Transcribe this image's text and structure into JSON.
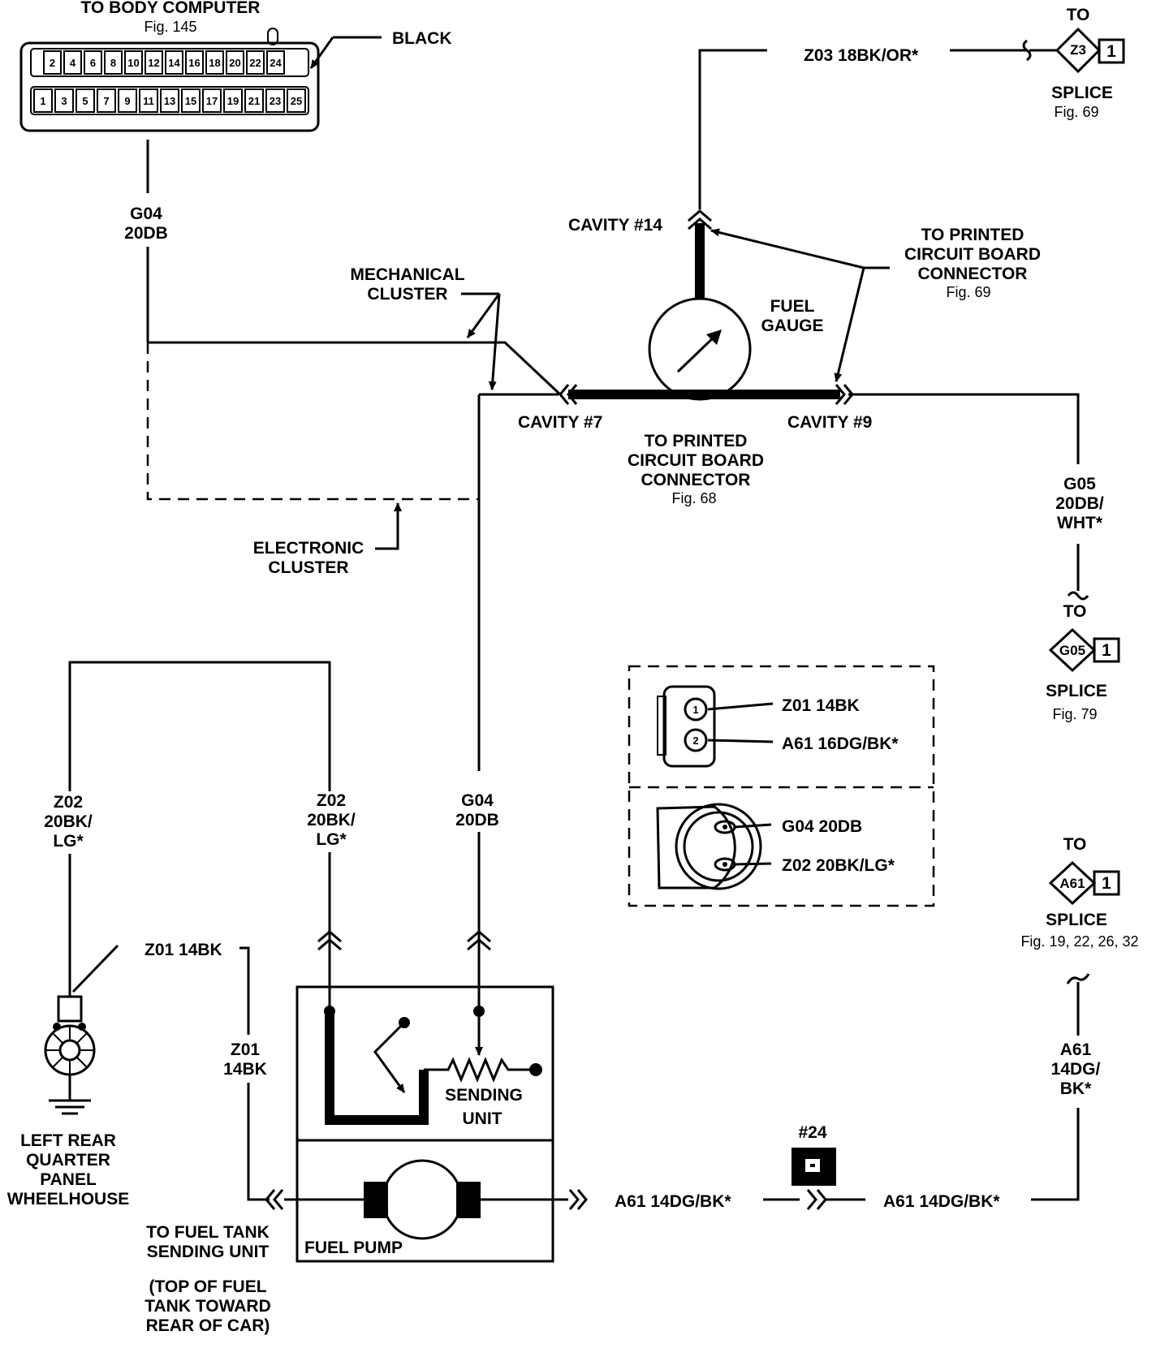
{
  "connector": {
    "title": "TO BODY COMPUTER",
    "fig": "Fig. 145",
    "color": "BLACK",
    "top_pins": [
      "2",
      "4",
      "6",
      "8",
      "10",
      "12",
      "14",
      "16",
      "18",
      "20",
      "22",
      "24"
    ],
    "bottom_pins": [
      "1",
      "3",
      "5",
      "7",
      "9",
      "11",
      "13",
      "15",
      "17",
      "19",
      "21",
      "23",
      "25"
    ]
  },
  "wires": {
    "g04_top_name": "G04",
    "g04_top_gauge": "20DB",
    "z03": "Z03 18BK/OR*",
    "g05_name": "G05",
    "g05_gauge": "20DB/",
    "g05_color": "WHT*",
    "g04_low_name": "G04",
    "g04_low_gauge": "20DB",
    "z02_a_name": "Z02",
    "z02_a_gauge": "20BK/",
    "z02_a_color": "LG*",
    "z02_b_name": "Z02",
    "z02_b_gauge": "20BK/",
    "z02_b_color": "LG*",
    "z01_top": "Z01 14BK",
    "z01_v_name": "Z01",
    "z01_v_gauge": "14BK",
    "a61_v_name": "A61",
    "a61_v_gauge": "14DG/",
    "a61_v_color": "BK*",
    "a61_bottom_left": "A61 14DG/BK*",
    "a61_bottom_right": "A61 14DG/BK*"
  },
  "splice_z3": {
    "to": "TO",
    "id": "Z3",
    "pin": "1",
    "label": "SPLICE",
    "fig": "Fig. 69"
  },
  "splice_g05": {
    "to": "TO",
    "id": "G05",
    "pin": "1",
    "label": "SPLICE",
    "fig": "Fig. 79"
  },
  "splice_a61": {
    "to": "TO",
    "id": "A61",
    "pin": "1",
    "label": "SPLICE",
    "fig": "Fig. 19, 22, 26, 32"
  },
  "gauge": {
    "cavity14": "CAVITY #14",
    "cavity7": "CAVITY #7",
    "cavity9": "CAVITY #9",
    "fuel_l1": "FUEL",
    "fuel_l2": "GAUGE",
    "pcb69_l1": "TO PRINTED",
    "pcb69_l2": "CIRCUIT BOARD",
    "pcb69_l3": "CONNECTOR",
    "pcb69_fig": "Fig. 69",
    "pcb68_l1": "TO PRINTED",
    "pcb68_l2": "CIRCUIT BOARD",
    "pcb68_l3": "CONNECTOR",
    "pcb68_fig": "Fig. 68"
  },
  "clusters": {
    "mech_l1": "MECHANICAL",
    "mech_l2": "CLUSTER",
    "elec_l1": "ELECTRONIC",
    "elec_l2": "CLUSTER"
  },
  "connector_detail": {
    "pin1": "1",
    "pin2": "2",
    "z01": "Z01 14BK",
    "a61": "A61 16DG/BK*",
    "g04": "G04 20DB",
    "z02": "Z02 20BK/LG*"
  },
  "ground": {
    "l1": "LEFT REAR",
    "l2": "QUARTER",
    "l3": "PANEL",
    "l4": "WHEELHOUSE"
  },
  "sending": {
    "l1": "SENDING",
    "l2": "UNIT",
    "pump": "FUEL PUMP"
  },
  "tank_note": {
    "l1": "TO FUEL TANK",
    "l2": "SENDING UNIT",
    "l3": "(TOP OF FUEL",
    "l4": "TANK TOWARD",
    "l5": "REAR OF CAR)"
  },
  "junction": {
    "label": "#24"
  }
}
